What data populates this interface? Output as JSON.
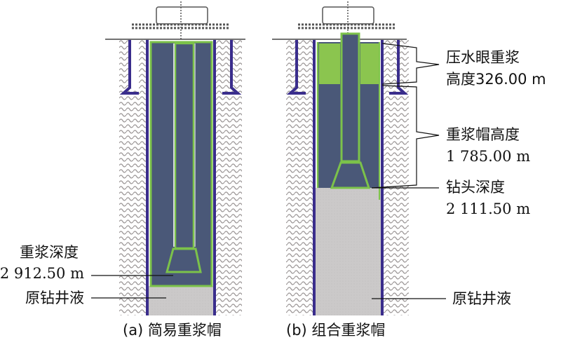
{
  "colors": {
    "heavy_mud": "#4a5878",
    "cap_outline": "#7cc24a",
    "pressure_mud": "#8bc54f",
    "casing": "#3a2d8c",
    "original_fluid": "#cbc9c9",
    "cement": "#8a8584"
  },
  "panel_a": {
    "caption": "(a) 简易重浆帽",
    "labels": {
      "heavy_depth_title": "重浆深度",
      "heavy_depth_value": "2 912.50 m",
      "original_fluid": "原钻井液"
    }
  },
  "panel_b": {
    "caption": "(b) 组合重浆帽",
    "labels": {
      "pressure_mud_title": "压水眼重浆",
      "pressure_mud_value": "高度326.00 m",
      "cap_height_title": "重浆帽高度",
      "cap_height_value": "1 785.00 m",
      "bit_depth_title": "钻头深度",
      "bit_depth_value": "2 111.50 m",
      "original_fluid": "原钻井液"
    }
  }
}
